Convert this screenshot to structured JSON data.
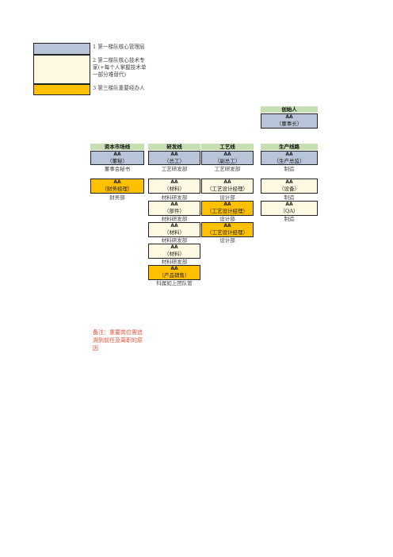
{
  "legend": [
    "1 第一梯队核心管理层",
    "2 第二梯队核心技术专家(+每个人掌握技术单一部分难替代)",
    "3 第三梯队重要经办人"
  ],
  "founder": {
    "header": "创始人",
    "code": "AA",
    "role": "（董事长）"
  },
  "columns": {
    "capital": {
      "header": "资本市场线"
    },
    "rd": {
      "header": "研发线"
    },
    "process": {
      "header": "工艺线"
    },
    "production": {
      "header": "生产线路"
    }
  },
  "row1": [
    {
      "code": "AA",
      "role": "（董秘）",
      "dept": "董事会秘书"
    },
    {
      "code": "AA",
      "role": "（总工）",
      "dept": "工艺研发部"
    },
    {
      "code": "AA",
      "role": "（副总工）",
      "dept": "工艺研发部"
    },
    {
      "code": "AA",
      "role": "（生产总监）",
      "dept": "制造"
    }
  ],
  "capital_list": [
    {
      "code": "AA",
      "role": "（财务经理）",
      "dept": "财务部"
    }
  ],
  "rd_list": [
    {
      "code": "AA",
      "role": "（材料）",
      "dept": "材料研发部"
    },
    {
      "code": "AA",
      "role": "（部件）",
      "dept": "材料研发部"
    },
    {
      "code": "AA",
      "role": "（材料）",
      "dept": "材料研发部"
    },
    {
      "code": "AA",
      "role": "（材料）",
      "dept": "材料研发部"
    },
    {
      "code": "AA",
      "role": "（产品销售）",
      "dept": "科属如上团队管"
    }
  ],
  "process_list": [
    {
      "code": "AA",
      "role": "（工艺设计经理）",
      "dept": "设计部"
    },
    {
      "code": "AA",
      "role": "（工艺设计经理）",
      "dept": "设计部"
    },
    {
      "code": "AA",
      "role": "（工艺设计经理）",
      "dept": "设计部"
    }
  ],
  "production_list": [
    {
      "code": "AA",
      "role": "（设备）",
      "dept": "制造"
    },
    {
      "code": "AA",
      "role": "（QA）",
      "dept": "制造"
    }
  ],
  "note": "备注：重要岗位需追溯到前任及离职的原因",
  "colors": {
    "tier1": "#b8c4d8",
    "tier2": "#fdf8e1",
    "tier3": "#ffc000",
    "header": "#c6e0b4",
    "note": "#e0533a"
  }
}
